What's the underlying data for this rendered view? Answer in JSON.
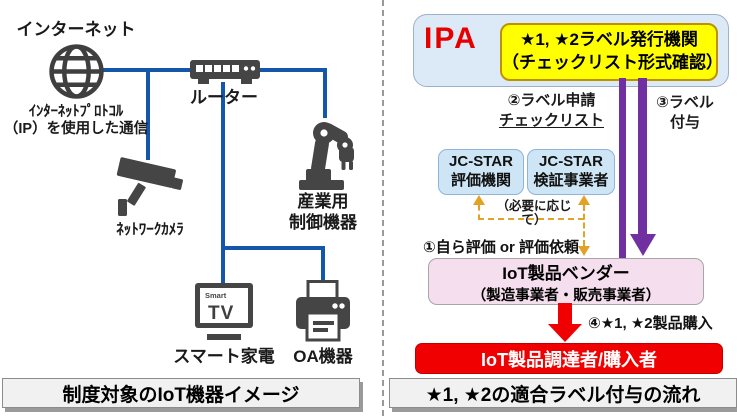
{
  "left": {
    "internet_label": "インターネット",
    "ip_text_line1": "ｲﾝﾀｰﾈｯﾄﾌﾟﾛﾄｺﾙ",
    "ip_text_line2": "（IP）を使用した通信",
    "router_label": "ルーター",
    "camera_label": "ﾈｯﾄﾜｰｸｶﾒﾗ",
    "industrial_label_line1": "産業用",
    "industrial_label_line2": "制御機器",
    "tv_screen_small": "Smart",
    "tv_screen_big": "TV",
    "smart_tv_label": "スマート家電",
    "oa_label": "OA機器",
    "caption": "制度対象のIoT機器イメージ"
  },
  "right": {
    "ipa": "IPA",
    "issuer_line1": "★1, ★2ラベル発行機関",
    "issuer_line2": "（チェックリスト形式確認）",
    "step2_line1": "②ラベル申請",
    "step2_line2": "チェックリスト",
    "step3_line1": "③ラベル",
    "step3_line2": "付与",
    "jc_eval_line1": "JC-STAR",
    "jc_eval_line2": "評価機関",
    "jc_verify_line1": "JC-STAR",
    "jc_verify_line2": "検証事業者",
    "as_needed": "（必要に応じて）",
    "step1": "①自ら評価 or 評価依頼",
    "vendor_line1": "IoT製品ベンダー",
    "vendor_line2": "（製造事業者・販売事業者）",
    "step4": "④★1, ★2製品購入",
    "procurer": "IoT製品調達者/購入者",
    "caption": "★1, ★2の適合ラベル付与の流れ"
  },
  "colors": {
    "line_blue": "#1456a8",
    "icon_gray": "#454545",
    "arrow_purple": "#7030a0",
    "arrow_red": "#f00000",
    "dashed_amber": "#e2a227",
    "issuer_fill": "#ffff00",
    "issuer_border": "#bf9000",
    "ipa_panel_fill": "#dce9f6",
    "jc_fill": "#cde5f5",
    "vendor_fill": "#f5deed",
    "procurer_fill": "#f00000",
    "ipa_text": "#e60000"
  }
}
